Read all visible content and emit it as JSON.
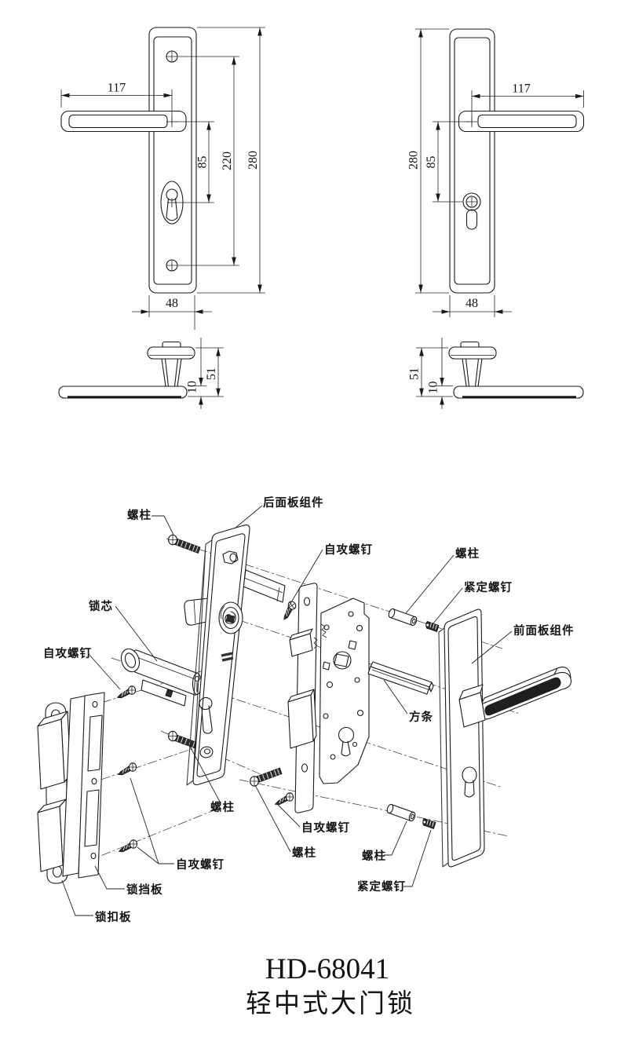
{
  "page": {
    "background": "#ffffff",
    "line_color": "#1a1a1a"
  },
  "title": {
    "model": "HD-68041",
    "product_name": "轻中式大门锁"
  },
  "dimension_views": {
    "interior_plate_front_view": {
      "handle_length_mm": "117",
      "handle_to_keyhole_mm": "85",
      "screw_spacing_mm": "220",
      "plate_height_mm": "280",
      "plate_width_mm": "48"
    },
    "exterior_plate_front_view": {
      "handle_length_mm": "117",
      "plate_height_mm": "280",
      "handle_to_cylinder_mm": "85",
      "plate_width_mm": "48"
    },
    "handle_side_view_left": {
      "overall_height_mm": "51",
      "lever_thickness_mm": "10"
    },
    "handle_side_view_right": {
      "overall_height_mm": "51",
      "lever_thickness_mm": "10"
    }
  },
  "exploded_view": {
    "labels": {
      "stud_top_left": "螺柱",
      "rear_panel_assembly": "后面板组件",
      "self_tapping_screw_top_center": "自攻螺钉",
      "stud_top_right": "螺柱",
      "set_screw_top_right": "紧定螺钉",
      "front_panel_assembly": "前面板组件",
      "lock_cylinder": "锁芯",
      "self_tapping_screw_mid_left": "自攻螺钉",
      "square_spindle_bar": "方条",
      "stud_mid_left": "螺柱",
      "self_tapping_screw_center": "自攻螺钉",
      "stud_center": "螺柱",
      "self_tapping_screw_bottom_left": "自攻螺钉",
      "stud_bottom_right": "螺柱",
      "set_screw_bottom_right": "紧定螺钉",
      "lock_baffle_plate": "锁挡板",
      "lock_strike_plate": "锁扣板"
    }
  }
}
